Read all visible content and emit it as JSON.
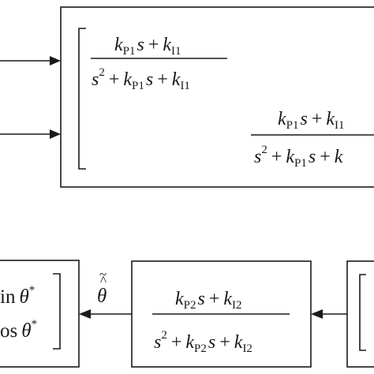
{
  "blocks": {
    "top_matrix": {
      "fraction_1": {
        "num": {
          "k": "k",
          "p": "P1",
          "s": "s",
          "plus": "+",
          "k2": "k",
          "i": "I1"
        },
        "den": {
          "s": "s",
          "sq": "2",
          "plus1": "+",
          "k": "k",
          "p": "P1",
          "s2": "s",
          "plus2": "+",
          "k2": "k",
          "i": "I1"
        }
      },
      "fraction_2": {
        "num": {
          "k": "k",
          "p": "P1",
          "s": "s",
          "plus": "+",
          "k2": "k",
          "i": "I1"
        },
        "den": {
          "s": "s",
          "sq": "2",
          "plus1": "+",
          "k": "k",
          "p": "P1",
          "s2": "s",
          "plus2": "+",
          "k2": "k"
        }
      }
    },
    "left_block": {
      "line_1": {
        "fn": "in",
        "theta": "θ",
        "star": "*"
      },
      "line_2": {
        "fn": "os",
        "theta": "θ",
        "star": "*"
      }
    },
    "middle_block": {
      "num": {
        "k": "k",
        "p": "P2",
        "s": "s",
        "plus": "+",
        "k2": "k",
        "i": "I2"
      },
      "den": {
        "s": "s",
        "sq": "2",
        "plus1": "+",
        "k": "k",
        "p": "P2",
        "s2": "s",
        "plus2": "+",
        "k2": "k",
        "i": "I2"
      }
    }
  },
  "signals": {
    "theta_estimate": {
      "symbol": "θ",
      "hat": "^",
      "tilde": "~"
    }
  }
}
